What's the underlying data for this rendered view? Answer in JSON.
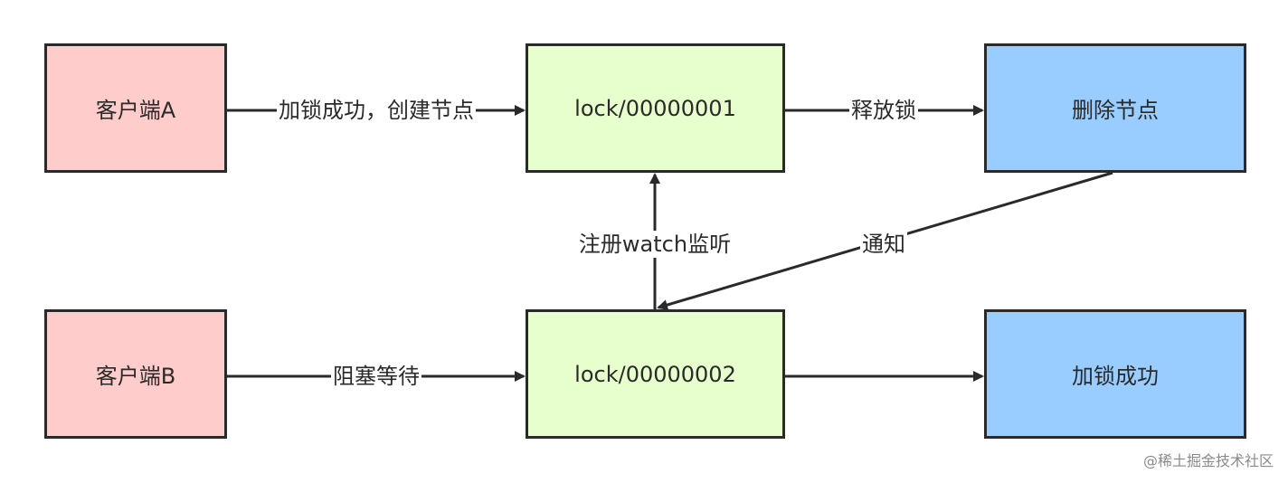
{
  "nodes": {
    "client_a": "客户端A",
    "client_b": "客户端B",
    "lock_1": "lock/00000001",
    "lock_2": "lock/00000002",
    "delete_node": "删除节点",
    "lock_success": "加锁成功"
  },
  "edges": {
    "create": "加锁成功，创建节点",
    "release": "释放锁",
    "watch": "注册watch监听",
    "notify": "通知",
    "block": "阻塞等待"
  },
  "watermark": "@稀土掘金技术社区",
  "colors": {
    "client": "#ffcccc",
    "lock_node": "#e6ffcc",
    "action": "#99ccff",
    "stroke": "#2a2a2a"
  }
}
